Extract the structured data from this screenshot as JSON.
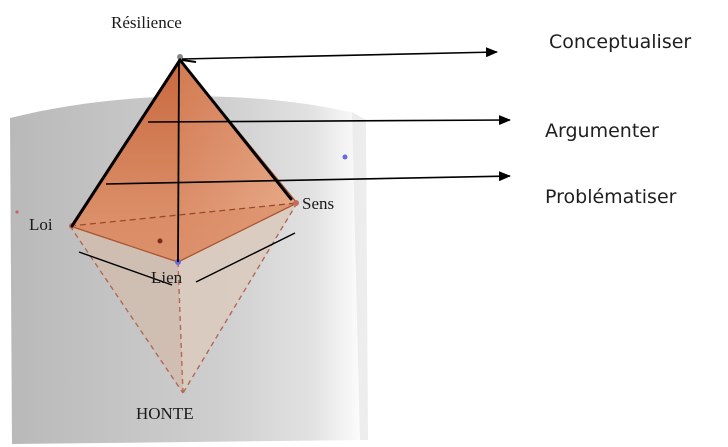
{
  "diagram": {
    "vertices": {
      "apex": "Résilience",
      "left": "Loi",
      "right": "Sens",
      "front": "Lien",
      "bottom": "HONTE"
    },
    "levels": [
      {
        "label": "Conceptualiser"
      },
      {
        "label": "Argumenter"
      },
      {
        "label": "Problématiser"
      }
    ],
    "colors": {
      "pyramid_face": "#d9835f",
      "pyramid_face_dark": "#c8663f",
      "plane": "#c4c4c4",
      "lower_pyramid": "#d6c7bd",
      "arrows": "#000000"
    }
  }
}
